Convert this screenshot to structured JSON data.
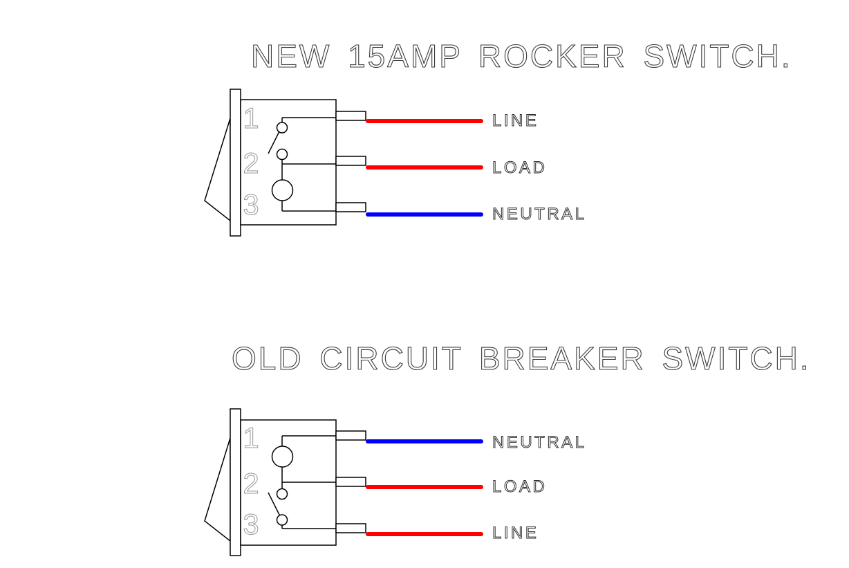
{
  "colors": {
    "background": "#ffffff",
    "line_art": "#000000",
    "wire_red": "#ff0000",
    "wire_blue": "#0000ff",
    "terminal_number_gray": "#979797",
    "text_dark": "#3a3a3a"
  },
  "diagrams": [
    {
      "id": "new-rocker-switch",
      "title": "NEW 15AMP ROCKER SWITCH.",
      "terminals": [
        {
          "number": "1",
          "wire": {
            "label": "LINE",
            "color": "red"
          }
        },
        {
          "number": "2",
          "wire": {
            "label": "LOAD",
            "color": "red"
          }
        },
        {
          "number": "3",
          "wire": {
            "label": "NEUTRAL",
            "color": "blue"
          }
        }
      ]
    },
    {
      "id": "old-circuit-breaker-switch",
      "title": "OLD CIRCUIT BREAKER SWITCH.",
      "terminals": [
        {
          "number": "1",
          "wire": {
            "label": "NEUTRAL",
            "color": "blue"
          }
        },
        {
          "number": "2",
          "wire": {
            "label": "LOAD",
            "color": "red"
          }
        },
        {
          "number": "3",
          "wire": {
            "label": "LINE",
            "color": "red"
          }
        }
      ]
    }
  ]
}
